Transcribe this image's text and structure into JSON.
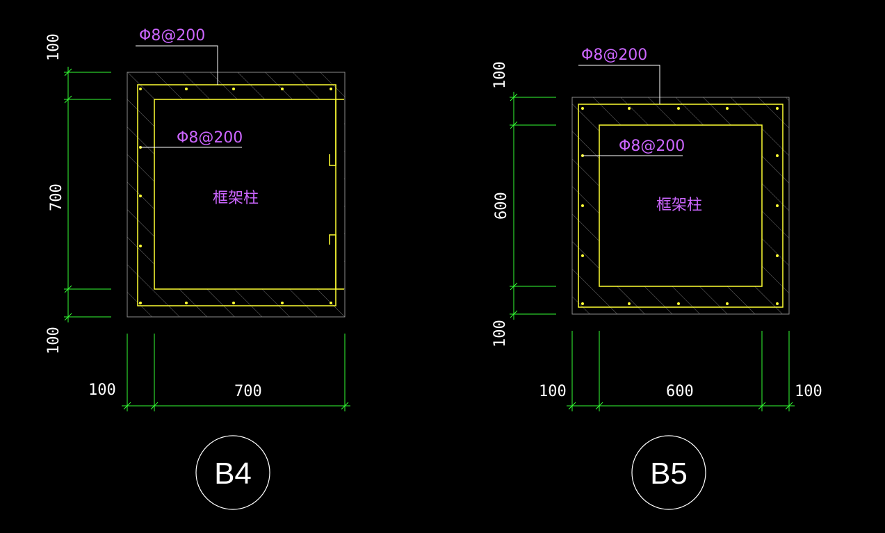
{
  "b4": {
    "rebar_outer": "Φ8@200",
    "rebar_inner": "Φ8@200",
    "member_label": "框架柱",
    "dim_top": "100",
    "dim_mid_v": "700",
    "dim_bot": "100",
    "dim_left_h": "100",
    "dim_mid_h": "700",
    "tag": "B4"
  },
  "b5": {
    "rebar_outer": "Φ8@200",
    "rebar_inner": "Φ8@200",
    "member_label": "框架柱",
    "dim_top": "100",
    "dim_mid_v": "600",
    "dim_bot": "100",
    "dim_left_h": "100",
    "dim_mid_h": "600",
    "dim_right_h": "100",
    "tag": "B5"
  },
  "colors": {
    "background": "#000000",
    "outline": "#8c8c8c",
    "rebar": "#ffff33",
    "dimension": "#33ff33",
    "label": "#cc66ff",
    "leader": "#ffffff"
  }
}
